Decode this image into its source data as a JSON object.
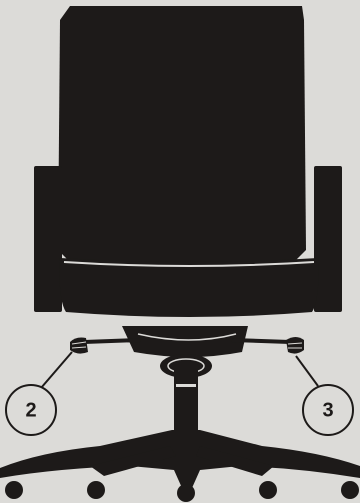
{
  "figure": {
    "subject": "office-chair-front-view",
    "colors": {
      "background": "#dcdbd8",
      "chair": "#1d1a19",
      "highlight": "#dcdbd8",
      "callout_stroke": "#1d1a19",
      "callout_fill": "#dcdbd8"
    }
  },
  "callouts": [
    {
      "label": "2",
      "points_to": "left-adjustment-lever"
    },
    {
      "label": "3",
      "points_to": "right-adjustment-lever"
    }
  ]
}
